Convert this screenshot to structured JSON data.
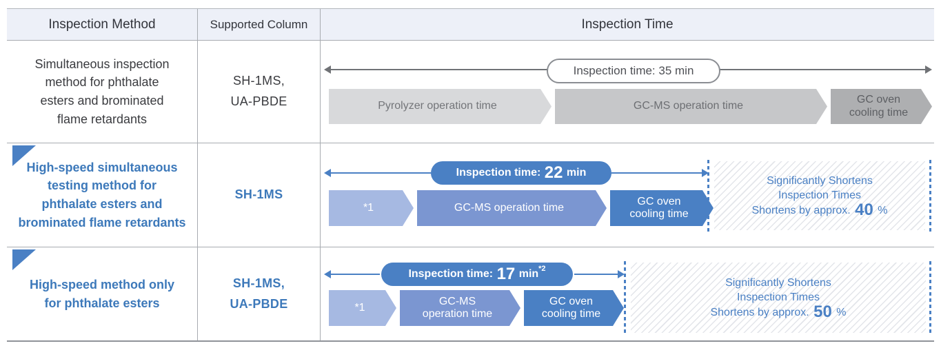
{
  "table": {
    "headers": {
      "method": "Inspection Method",
      "column": "Supported Column",
      "time": "Inspection Time"
    }
  },
  "rows": [
    {
      "method": "Simultaneous inspection\nmethod for phthalate\nesters and brominated\nflame retardants",
      "supported_column": "SH-1MS,\nUA-PBDE",
      "pill_label": "Inspection time: 35 min",
      "segments": [
        "Pyrolyzer operation time",
        "GC-MS operation time",
        "GC oven\ncooling time"
      ]
    },
    {
      "method": "High-speed simultaneous\ntesting method for\nphthalate esters and\nbrominated flame retardants",
      "supported_column": "SH-1MS",
      "pill_prefix": "Inspection time: ",
      "pill_value": "22",
      "pill_unit": " min",
      "segments": [
        "*1",
        "GC-MS operation time",
        "GC oven\ncooling time"
      ],
      "note_line1": "Significantly Shortens",
      "note_line2": "Inspection Times",
      "note_prefix": "Shortens by approx. ",
      "note_value": "40",
      "note_unit": " %"
    },
    {
      "method": "High-speed method only\nfor phthalate esters",
      "supported_column": "SH-1MS,\nUA-PBDE",
      "pill_prefix": "Inspection time: ",
      "pill_value": "17",
      "pill_unit": " min",
      "pill_footnote": "*2",
      "segments": [
        "*1",
        "GC-MS\noperation time",
        "GC oven\ncooling time"
      ],
      "note_line1": "Significantly Shortens",
      "note_line2": "Inspection Times",
      "note_prefix": "Shortens by approx. ",
      "note_value": "50",
      "note_unit": " %"
    }
  ],
  "colors": {
    "accent_blue": "#4a80c4",
    "blue_text": "#3d79ba",
    "light_blue_segment": "#a6b9e2",
    "mid_blue_segment": "#7b96d1",
    "gray_segment_light": "#d8d9db",
    "gray_segment_mid": "#c6c7c9",
    "gray_segment_dark": "#aeafb1",
    "header_bg": "#edf0f8",
    "border_gray": "#a7abb0"
  }
}
